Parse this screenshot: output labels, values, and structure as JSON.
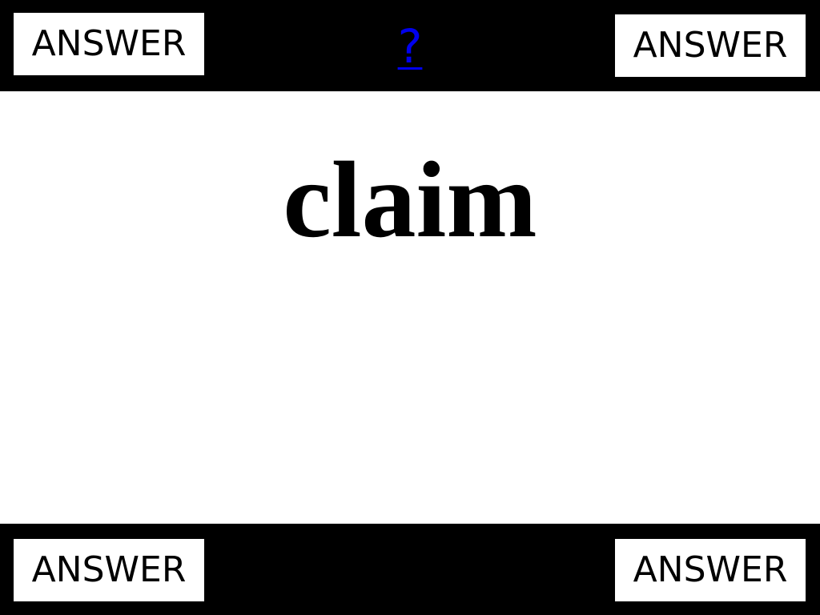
{
  "question": {
    "link_text": "?",
    "link_color": "#0000ee"
  },
  "word": "claim",
  "answers": {
    "top_left": "ANSWER",
    "top_right": "ANSWER",
    "bottom_left": "ANSWER",
    "bottom_right": "ANSWER"
  },
  "colors": {
    "band": "#000000",
    "background": "#ffffff",
    "text": "#000000"
  }
}
